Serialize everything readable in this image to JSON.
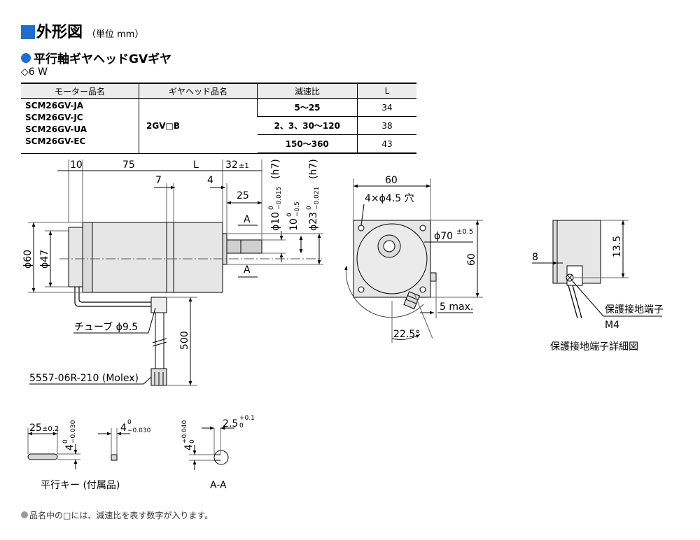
{
  "header": {
    "title": "外形図",
    "unit": "（単位 mm）",
    "subtitle": "平行軸ギヤヘッドGVギヤ",
    "power": "◇6 W"
  },
  "table": {
    "headers": [
      "モーター品名",
      "ギヤヘッド品名",
      "減速比",
      "L"
    ],
    "models": [
      "SCM26GV-JA",
      "SCM26GV-JC",
      "SCM26GV-UA",
      "SCM26GV-EC"
    ],
    "gearhead": "2GV□B",
    "rows": [
      {
        "ratio": "5～25",
        "L": "34"
      },
      {
        "ratio": "2、3、30～120",
        "L": "38"
      },
      {
        "ratio": "150～360",
        "L": "43"
      }
    ]
  },
  "drawing": {
    "dims": {
      "d10": "10",
      "d75": "75",
      "dL": "L",
      "d32": "32",
      "d32tol": "±1",
      "d7": "7",
      "d4": "4",
      "d25": "25",
      "phi10": "ϕ10",
      "phi10tol_up": "0",
      "phi10tol_dn": "−0.015",
      "h7a": "(h7)",
      "k10": "10",
      "k10tol": "−0.5",
      "k10tol_up": "0",
      "phi23": "ϕ23",
      "phi23tol_up": "0",
      "phi23tol_dn": "−0.021",
      "h7b": "(h7)",
      "secA1": "A",
      "secA2": "A",
      "phi60": "ϕ60",
      "phi47": "ϕ47",
      "tube": "チューブ ϕ9.5",
      "lead": "500",
      "connector": "5557-06R-210 (Molex)",
      "w60": "60",
      "holes": "4×ϕ4.5 穴",
      "phi70": "ϕ70",
      "phi70tol": "±0.5",
      "h60": "60",
      "max5": "5 max.",
      "ang": "22.5°",
      "d8": "8",
      "d135": "13.5",
      "pe": "保護接地端子",
      "m4": "M4",
      "peDetail": "保護接地端子詳細図",
      "key25": "25",
      "key25tol": "±0.2",
      "key4v": "4",
      "key4v_up": "0",
      "key4v_dn": "−0.030",
      "key4h": "4",
      "key4h_up": "0",
      "key4h_dn": "−0.030",
      "aa4": "4",
      "aa4_up": "+0.040",
      "aa4_dn": "0",
      "aa25": "2.5",
      "aa25_up": "+0.1",
      "aa25_dn": "0",
      "keyCaption": "平行キー (付属品)",
      "aaCaption": "A-A"
    }
  },
  "footnote": "品名中の□には、減速比を表す数字が入ります。",
  "colors": {
    "accent": "#1e6ed0",
    "body": "#e6e6e6",
    "shaft": "#d0d0d0"
  }
}
